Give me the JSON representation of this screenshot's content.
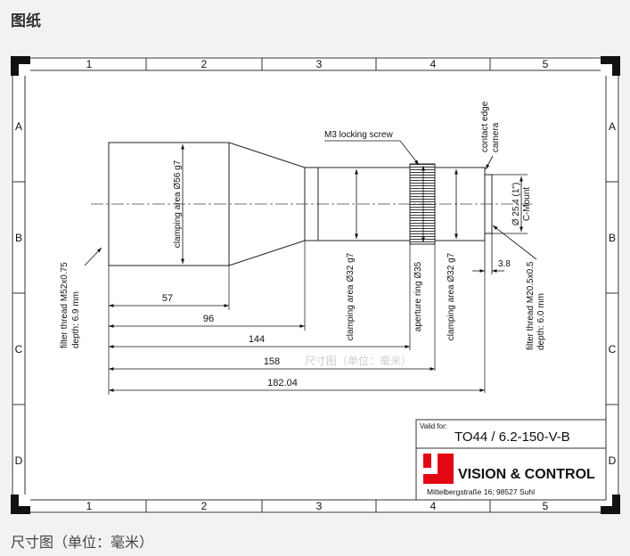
{
  "page": {
    "title": "图纸",
    "caption": "尺寸图（单位：毫米）"
  },
  "frame": {
    "columns": [
      "1",
      "2",
      "3",
      "4",
      "5"
    ],
    "rows": [
      "A",
      "B",
      "C",
      "D"
    ]
  },
  "drawing": {
    "labels": {
      "clamp56": "clamping area Ø56 g7",
      "clamp32a": "clamping area Ø32 g7",
      "aperture": "aperture ring Ø35",
      "clamp32b": "clamping area Ø32 g7",
      "m3": "M3 locking screw",
      "contact1": "contact edge",
      "contact2": "camera",
      "cmount1": "Ø 25.4 (1\")",
      "cmount2": "C-Mount",
      "dim38": "3.8",
      "filterL1": "filter thread M52x0.75",
      "filterL2": "depth: 6.9 mm",
      "filterR1": "filter thread M20.5x0.5",
      "filterR2": "depth: 6.0 mm",
      "watermark": "尺寸图（单位：毫米）"
    },
    "dimensions": [
      "57",
      "96",
      "144",
      "158",
      "182.04"
    ]
  },
  "title_block": {
    "valid_for": "Valid for:",
    "model": "TO44 / 6.2-150-V-B",
    "company": "VISION & CONTROL",
    "address": "Mittelbergstraße 16; 98527 Suhl",
    "brand_color": "#e30613"
  }
}
